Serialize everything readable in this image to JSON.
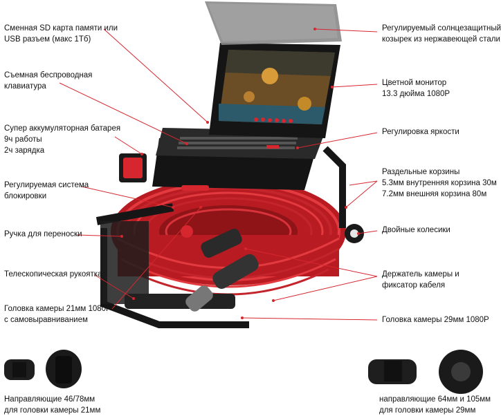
{
  "accent_color": "#d6262e",
  "labels_left": [
    {
      "lines": [
        "Сменная SD карта памяти или",
        "USB разъем (макс 1Тб)"
      ]
    },
    {
      "lines": [
        "Съемная беспроводная",
        "клавиатура"
      ]
    },
    {
      "lines": [
        "Супер аккумуляторная батарея",
        "9ч работы",
        "2ч зарядка"
      ]
    },
    {
      "lines": [
        "Регулируемая система",
        "блокировки"
      ]
    },
    {
      "lines": [
        "Ручка для переноски"
      ]
    },
    {
      "lines": [
        "Телескопическая рукоятка"
      ]
    },
    {
      "lines": [
        "Головка камеры 21мм 1080P",
        "с самовыравниванием"
      ]
    }
  ],
  "labels_right": [
    {
      "lines": [
        "Регулируемый солнцезащитный",
        "козырек из нержавеющей стали"
      ]
    },
    {
      "lines": [
        "Цветной монитор",
        "13.3 дюйма 1080P"
      ]
    },
    {
      "lines": [
        "Регулировка яркости"
      ]
    },
    {
      "lines": [
        "Раздельные корзины",
        "5.3мм внутренняя корзина 30м",
        "7.2мм внешняя корзина 80м"
      ]
    },
    {
      "lines": [
        "Двойные колесики"
      ]
    },
    {
      "lines": [
        "Держатель камеры и",
        "фиксатор кабеля"
      ]
    },
    {
      "lines": [
        "Головка камеры 29мм 1080P"
      ]
    }
  ],
  "bottom_left_caption": [
    "Направляющие 46/78мм",
    "для головки камеры 21мм"
  ],
  "bottom_right_caption": [
    "направляющие 64мм и 105мм",
    "для головки камеры 29мм"
  ]
}
